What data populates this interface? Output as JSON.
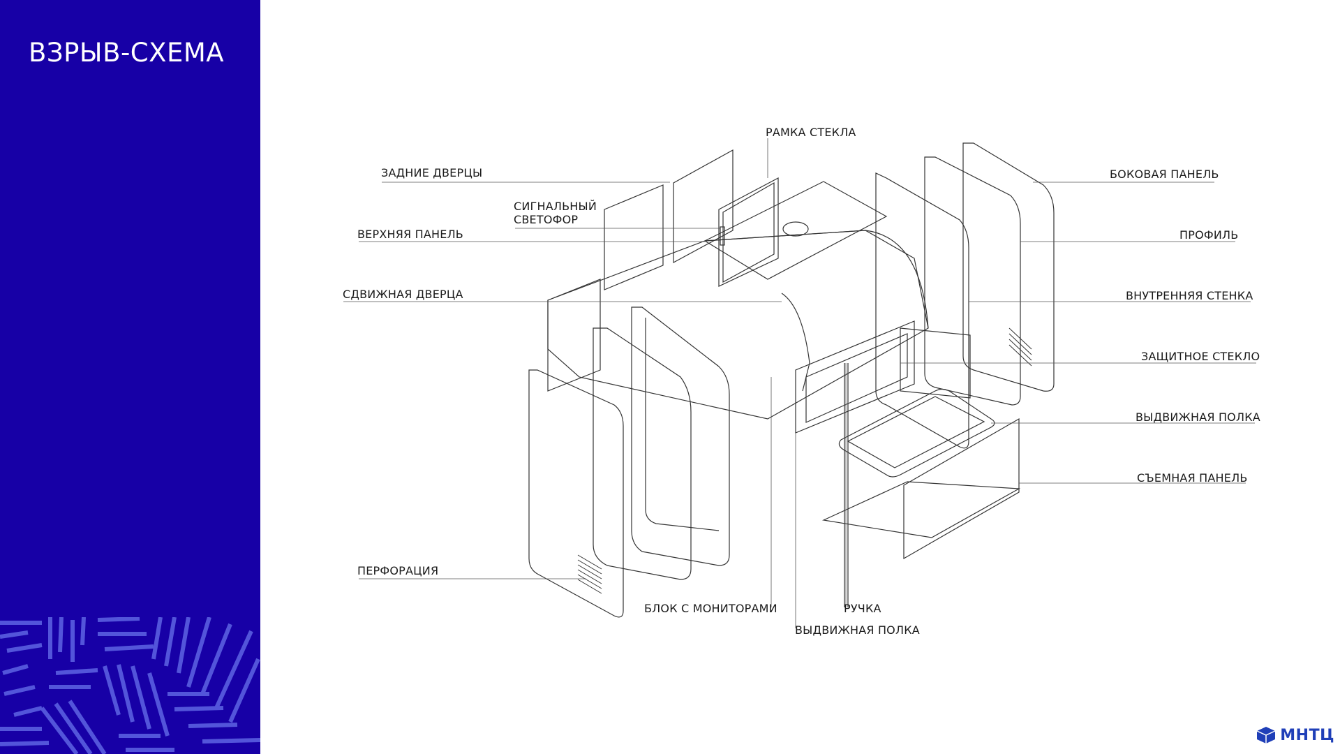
{
  "sidebar": {
    "title": "ВЗРЫВ-СХЕМА",
    "background": "#1700a6",
    "pattern_color": "#5a5fe0"
  },
  "diagram": {
    "labels": {
      "glass_frame": "РАМКА СТЕКЛА",
      "back_doors": "ЗАДНИЕ ДВЕРЦЫ",
      "signal_light_1": "СИГНАЛЬНЫЙ",
      "signal_light_2": "СВЕТОФОР",
      "top_panel": "ВЕРХНЯЯ ПАНЕЛЬ",
      "sliding_door": "СДВИЖНАЯ ДВЕРЦА",
      "perforation": "ПЕРФОРАЦИЯ",
      "monitor_block": "БЛОК С МОНИТОРАМИ",
      "handle": "РУЧКА",
      "drawer_shelf_bottom": "ВЫДВИЖНАЯ ПОЛКА",
      "side_panel": "БОКОВАЯ ПАНЕЛЬ",
      "profile": "ПРОФИЛЬ",
      "inner_wall": "ВНУТРЕННЯЯ СТЕНКА",
      "protective_glass": "ЗАЩИТНОЕ СТЕКЛО",
      "drawer_shelf_right": "ВЫДВИЖНАЯ ПОЛКА",
      "removable_panel": "СЪЕМНАЯ ПАНЕЛЬ"
    }
  },
  "logo": {
    "text": "МНТЦ",
    "color": "#1f3fb8"
  }
}
